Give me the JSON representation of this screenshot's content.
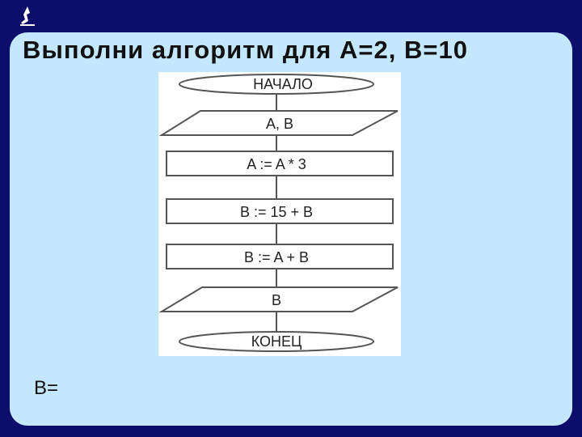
{
  "slide": {
    "title": "Выполни алгоритм для A=2, B=10",
    "answer_prompt": "B="
  },
  "flowchart": {
    "start": "НАЧАЛО",
    "input": "A, B",
    "step1": "A := A * 3",
    "step2": "B := 15 + B",
    "step3": "B := A + B",
    "output": "B",
    "end": "КОНЕЦ"
  },
  "colors": {
    "frame": "#0d0d6b",
    "panel": "#c4e7fb",
    "diagram_bg": "#ffffff",
    "stroke": "#555555"
  }
}
